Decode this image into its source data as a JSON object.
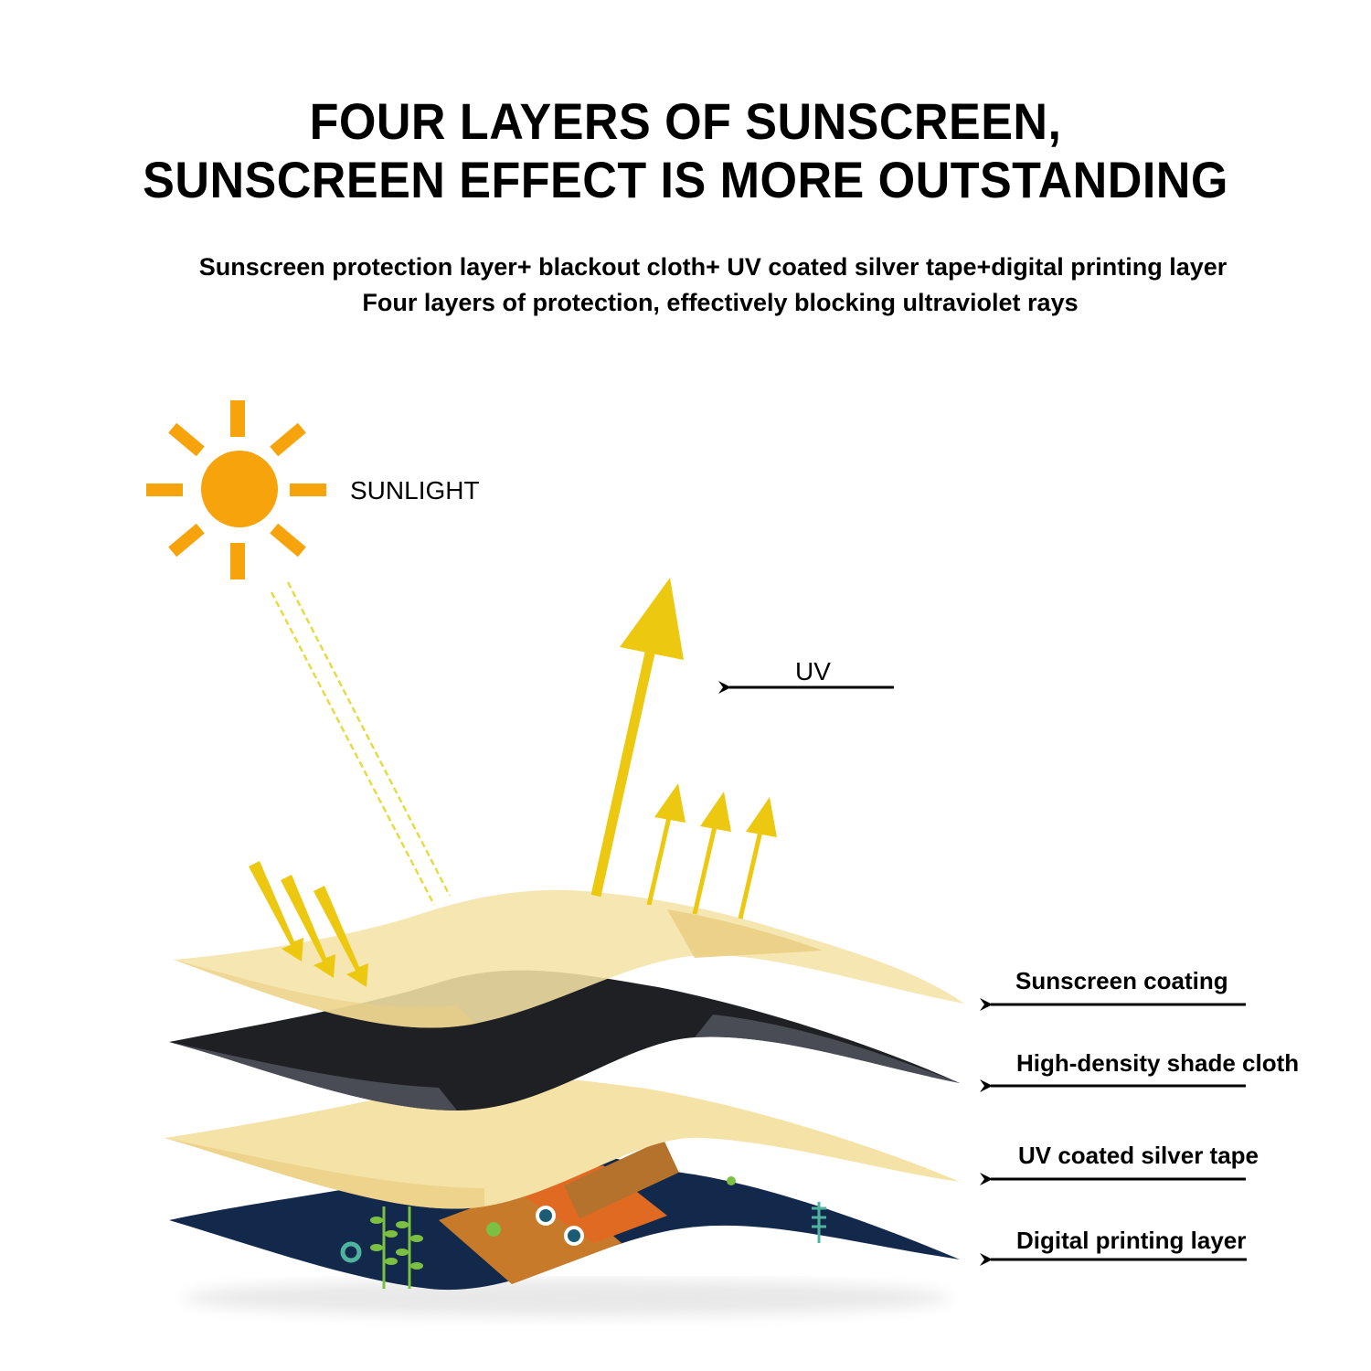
{
  "header": {
    "title_line_1": "FOUR LAYERS OF SUNSCREEN,",
    "title_line_2": "SUNSCREEN EFFECT IS MORE OUTSTANDING",
    "subtitle_line_1": "Sunscreen protection layer+ blackout cloth+ UV coated silver tape+digital printing layer",
    "subtitle_line_2": "Four layers of protection, effectively blocking ultraviolet rays"
  },
  "diagram": {
    "sun_label": "SUNLIGHT",
    "uv_label": "UV",
    "layers": [
      {
        "label": "Sunscreen coating",
        "color": "#f5e2a6"
      },
      {
        "label": "High-density shade cloth",
        "color": "#1f2024"
      },
      {
        "label": "UV coated silver tape",
        "color": "#f5e2a6"
      },
      {
        "label": "Digital printing layer",
        "color": "#13294b"
      }
    ],
    "colors": {
      "sun": "#f7a30c",
      "ray_yellow": "#edc811",
      "dashed_ray": "#e5dc44",
      "cream_layer": "#f5e2a6",
      "cream_shadow": "#ebcf84",
      "dark_layer": "#1f2024",
      "dark_layer_edge": "#494c55",
      "print_layer": "#13294b"
    }
  }
}
